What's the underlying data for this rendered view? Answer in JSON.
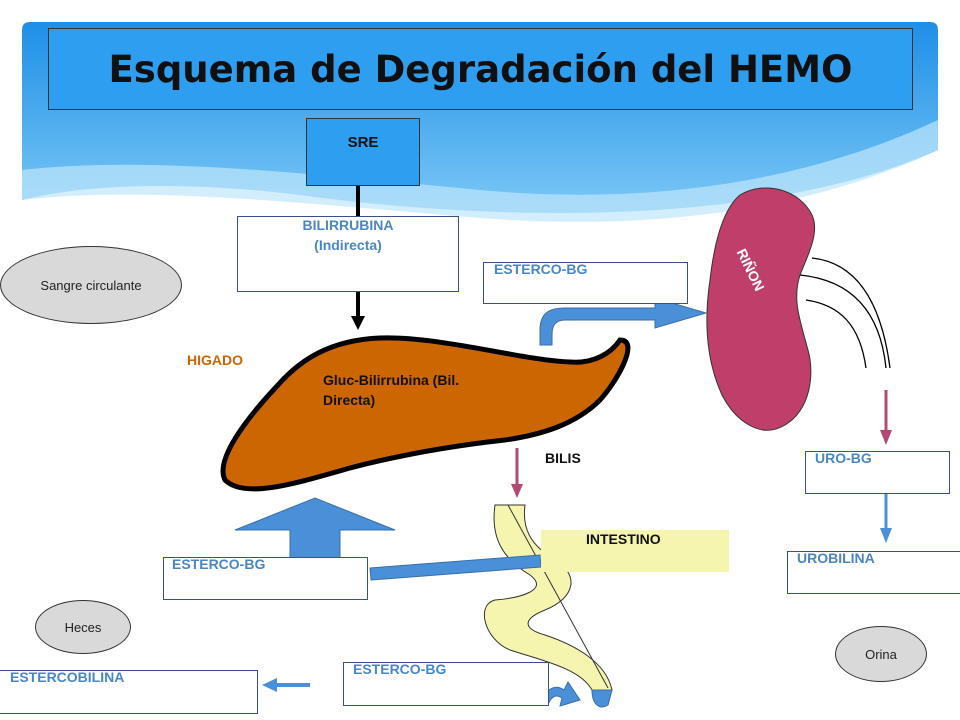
{
  "title": "Esquema de Degradación del HEMO",
  "colors": {
    "header_bg": "#2e9ff0",
    "accent_blue": "#4a86c6",
    "arrow_blue": "#4a90d9",
    "arrow_purple": "#b44a74",
    "liver": "#cc6600",
    "kidney": "#bf3f6a",
    "intestine": "#f5f5b0",
    "higado_label": "#cc6600"
  },
  "nodes": {
    "sre": "SRE",
    "bilirrubina_line1": "BILIRRUBINA",
    "bilirrubina_line2": "(Indirecta)",
    "sangre": "Sangre circulante",
    "higado": "HIGADO",
    "gluc_line1": "Gluc-Bilirrubina (Bil.",
    "gluc_line2": "Directa)",
    "esterco_top": "ESTERCO-BG",
    "rinon": "RIÑON",
    "bilis": "BILIS",
    "intestino": "INTESTINO",
    "uro_bg": "URO-BG",
    "urobilina": "UROBILINA",
    "esterco_left": "ESTERCO-BG",
    "heces": "Heces",
    "estercobilina": "ESTERCOBILINA",
    "esterco_bottom": "ESTERCO-BG",
    "orina": "Orina"
  }
}
